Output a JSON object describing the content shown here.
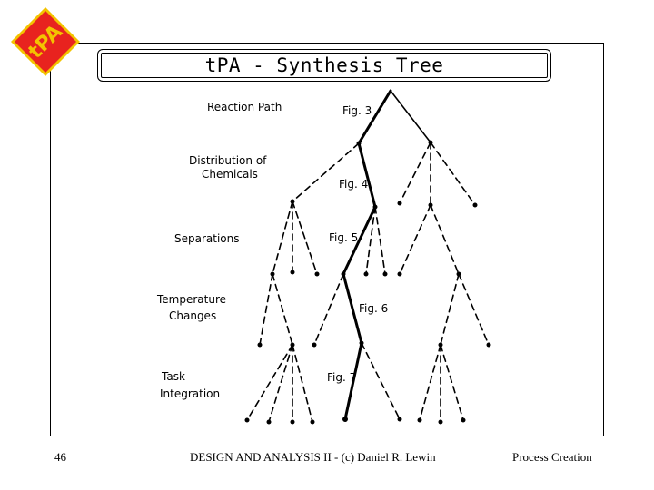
{
  "logo": {
    "text": "tPA",
    "fill": "#e8231f",
    "edge": "#f3c300"
  },
  "slide": {
    "title": "tPA - Synthesis Tree"
  },
  "levels": [
    {
      "id": "reaction",
      "lines": [
        "Reaction Path"
      ]
    },
    {
      "id": "distribution",
      "lines": [
        "Distribution of",
        "Chemicals"
      ]
    },
    {
      "id": "separations",
      "lines": [
        "Separations"
      ]
    },
    {
      "id": "temperature",
      "lines": [
        "Temperature",
        "Changes"
      ]
    },
    {
      "id": "task",
      "lines": [
        "Task",
        "Integration"
      ]
    }
  ],
  "figures": [
    "Fig. 3",
    "Fig. 4",
    "Fig. 5",
    "Fig. 6",
    "Fig. 7"
  ],
  "footer": {
    "page_number": "46",
    "course": "DESIGN AND ANALYSIS II - (c) Daniel R. Lewin",
    "topic": "Process Creation"
  }
}
